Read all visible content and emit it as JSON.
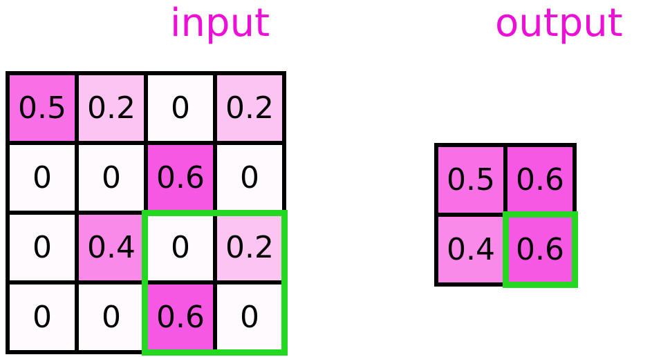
{
  "titles": {
    "input": "input",
    "output": "output"
  },
  "colors": {
    "title": "#ed0fd8",
    "grid_line": "#000000",
    "cell_text": "#000000",
    "highlight_border": "#24d822",
    "background": "#ffffff",
    "value_fill": {
      "0": "#fffafe",
      "0.2": "#fbc4f1",
      "0.4": "#f98aea",
      "0.5": "#f770e5",
      "0.6": "#f558e2"
    }
  },
  "grids": {
    "input": {
      "rows": [
        [
          "0.5",
          "0.2",
          "0",
          "0.2"
        ],
        [
          "0",
          "0",
          "0.6",
          "0"
        ],
        [
          "0",
          "0.4",
          "0",
          "0.2"
        ],
        [
          "0",
          "0",
          "0.6",
          "0"
        ]
      ]
    },
    "output": {
      "rows": [
        [
          "0.5",
          "0.6"
        ],
        [
          "0.4",
          "0.6"
        ]
      ]
    }
  },
  "highlights": {
    "input_region": {
      "row_start": 3,
      "row_end": 4,
      "col_start": 3,
      "col_end": 4
    },
    "output_region": {
      "row": 2,
      "col": 2
    }
  }
}
